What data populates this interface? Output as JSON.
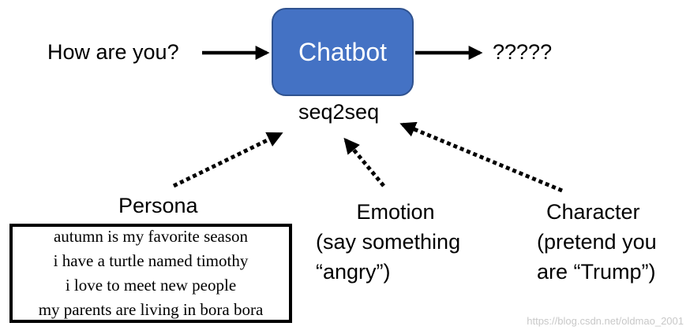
{
  "input": {
    "text": "How are you?"
  },
  "chatbot": {
    "label": "Chatbot",
    "sublabel": "seq2seq",
    "color": "#4472c4"
  },
  "output": {
    "text": "?????"
  },
  "persona": {
    "label": "Persona",
    "lines": [
      "autumn is my favorite season",
      "i have a turtle named timothy",
      "i love to meet new people",
      "my parents are living in bora bora"
    ]
  },
  "emotion": {
    "lines": [
      "Emotion",
      "(say something",
      "“angry”)"
    ]
  },
  "character": {
    "lines": [
      "Character",
      "(pretend you",
      "are “Trump”)"
    ]
  },
  "watermark": "https://blog.csdn.net/oldmao_2001"
}
